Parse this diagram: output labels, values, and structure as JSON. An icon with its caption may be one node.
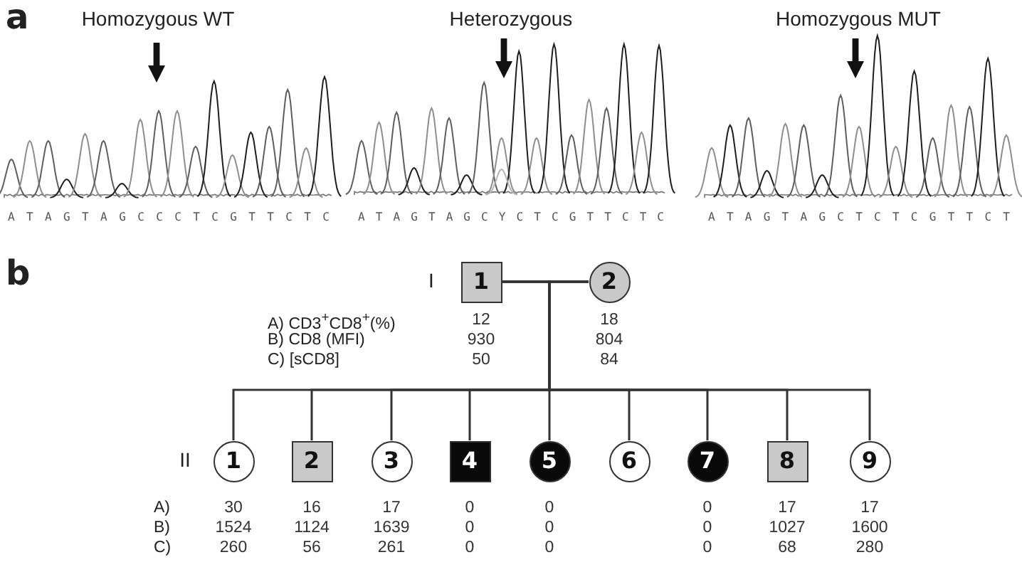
{
  "diagram": {
    "nodes": [
      {
        "text": [
          "1"
        ],
        "beside": [
          "12",
          "930",
          "50"
        ]
      },
      {
        "text": [
          "2"
        ],
        "beside": [
          "18",
          "804",
          "84"
        ]
      },
      {
        "text": [
          "1"
        ],
        "beside": [
          "30",
          "1524",
          "260"
        ]
      },
      {
        "text": [
          "2"
        ],
        "beside": [
          "16",
          "1124",
          "56"
        ]
      },
      {
        "text": [
          "3"
        ],
        "beside": [
          "17",
          "1639",
          "261"
        ]
      },
      {
        "text": [
          "4"
        ],
        "beside": [
          "0",
          "0",
          "0"
        ]
      },
      {
        "text": [
          "5"
        ],
        "beside": [
          "0",
          "0",
          "0"
        ]
      },
      {
        "text": [
          "6"
        ]
      },
      {
        "text": [
          "7"
        ],
        "beside": [
          "0",
          "0",
          "0"
        ]
      },
      {
        "text": [
          "8"
        ],
        "beside": [
          "17",
          "1027",
          "68"
        ]
      },
      {
        "text": [
          "9"
        ],
        "beside": [
          "17",
          "1600",
          "280"
        ]
      }
    ],
    "edges": [
      {
        "from": 0,
        "to": 1,
        "arrow": "none"
      },
      {
        "from": 0,
        "to": 2,
        "arrow": "none"
      },
      {
        "from": 0,
        "to": 3,
        "arrow": "none"
      },
      {
        "from": 0,
        "to": 4,
        "arrow": "none"
      },
      {
        "from": 0,
        "to": 5,
        "arrow": "none"
      },
      {
        "from": 0,
        "to": 6,
        "arrow": "none"
      },
      {
        "from": 0,
        "to": 7,
        "arrow": "none"
      },
      {
        "from": 0,
        "to": 8,
        "arrow": "none"
      },
      {
        "from": 0,
        "to": 9,
        "arrow": "none"
      },
      {
        "from": 0,
        "to": 10,
        "arrow": "none"
      },
      {
        "from": 1,
        "to": 2,
        "arrow": "none"
      },
      {
        "from": 1,
        "to": 3,
        "arrow": "none"
      },
      {
        "from": 1,
        "to": 4,
        "arrow": "none"
      },
      {
        "from": 1,
        "to": 5,
        "arrow": "none"
      },
      {
        "from": 1,
        "to": 6,
        "arrow": "none"
      },
      {
        "from": 1,
        "to": 7,
        "arrow": "none"
      },
      {
        "from": 1,
        "to": 8,
        "arrow": "none"
      },
      {
        "from": 1,
        "to": 9,
        "arrow": "none"
      },
      {
        "from": 1,
        "to": 10,
        "arrow": "none"
      }
    ],
    "labels": [
      "a",
      "Homozygous WT",
      "Heterozygous",
      "Homozygous MUT",
      "A T A G T A G C C C T C G T T C T C",
      "A T A G T A G C Y C T C G T T C T C",
      "A T A G T A G C T C T C G T T C T",
      "b",
      "I",
      "A) CD3$^{+}$CD8$^{+}$(%)",
      "B) CD8 (MFI)",
      "C) [sCD8]",
      "II",
      "A)",
      "B)",
      "C)"
    ]
  }
}
